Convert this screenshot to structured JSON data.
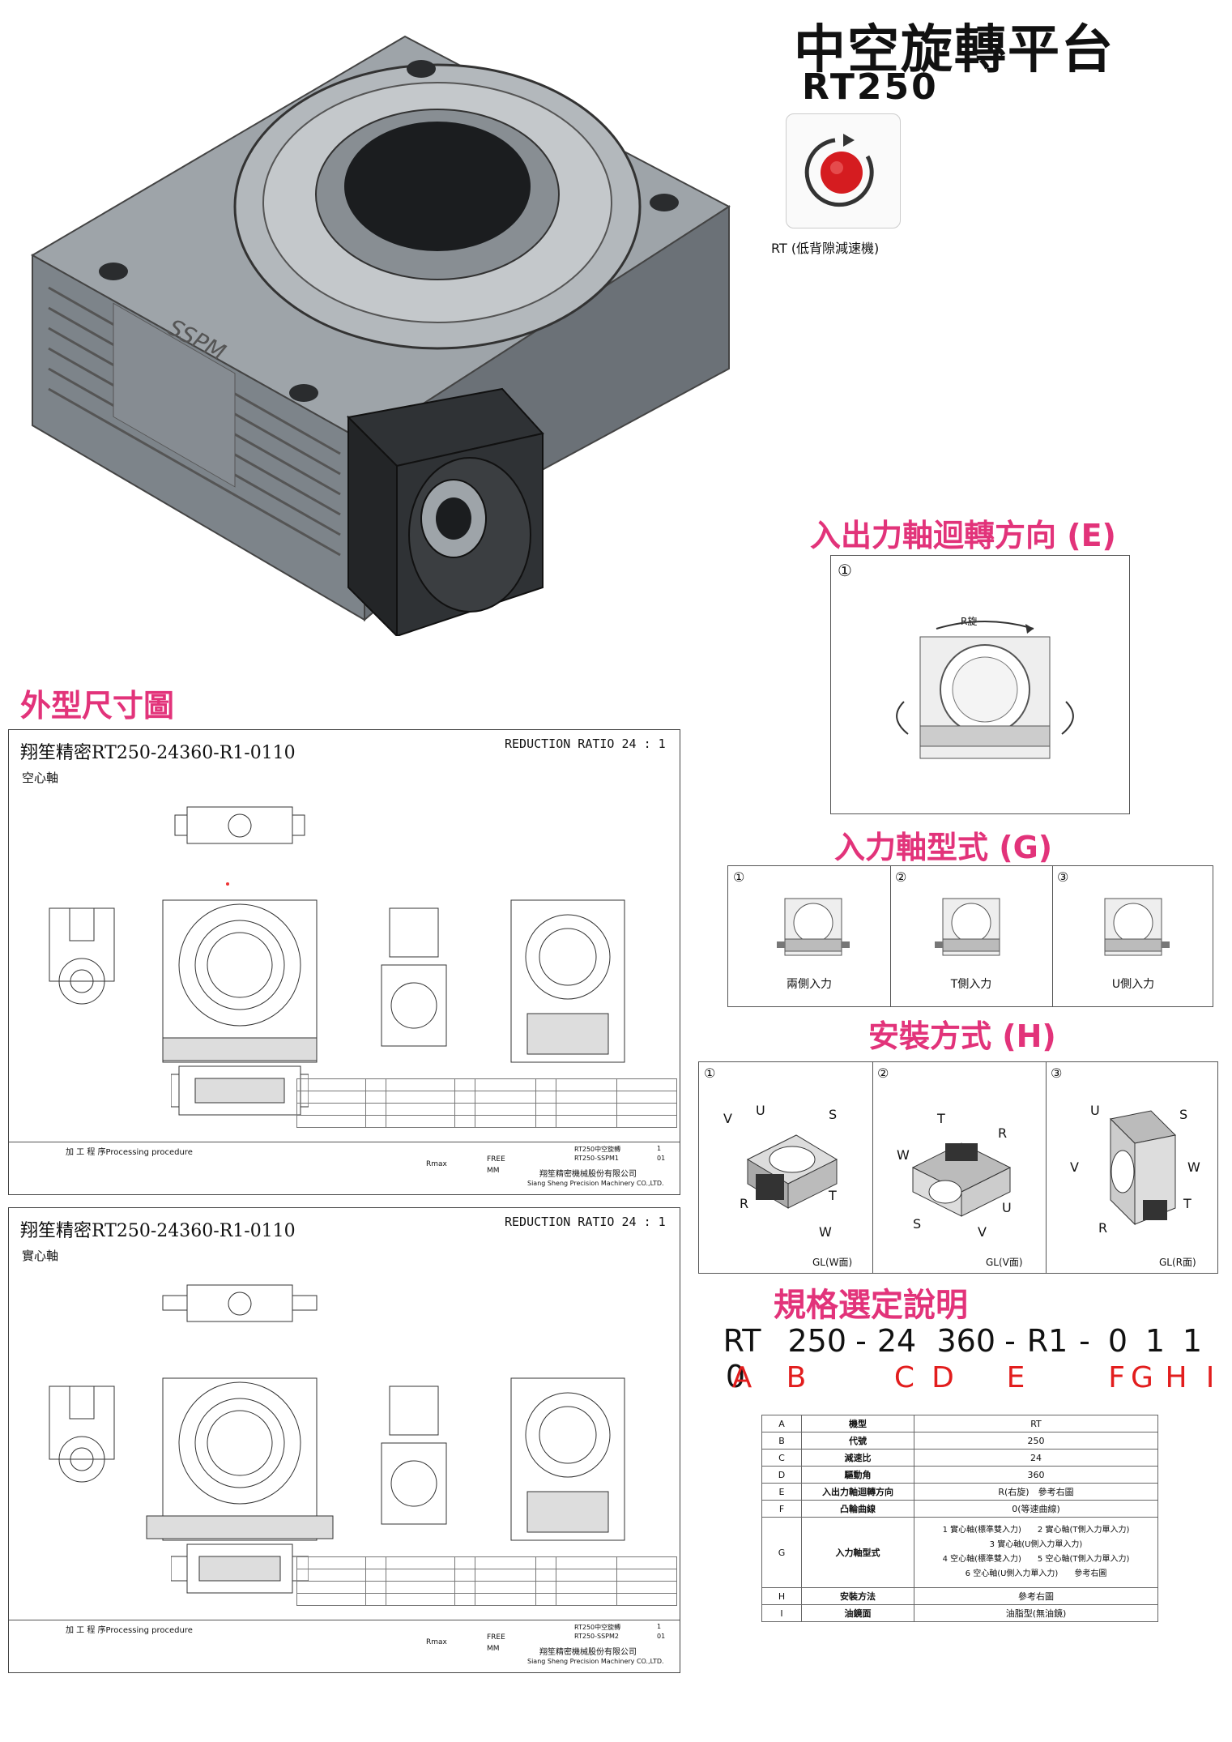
{
  "header": {
    "title": "中空旋轉平台",
    "model": "RT250",
    "badge_caption": "RT (低背隙減速機)"
  },
  "product_image": {
    "brand_mark": "SSPM"
  },
  "sections": {
    "direction_title": "入出力軸迴轉方向 (E)",
    "input_title": "入力軸型式 (G)",
    "mount_title": "安裝方式 (H)",
    "spec_title": "規格選定說明",
    "dims_title": "外型尺寸圖"
  },
  "direction_box": {
    "number": "①",
    "label": "R旋"
  },
  "input_types": [
    {
      "number": "①",
      "label": "兩側入力"
    },
    {
      "number": "②",
      "label": "T側入力"
    },
    {
      "number": "③",
      "label": "U側入力"
    }
  ],
  "mount_types": [
    {
      "number": "①",
      "label": "GL(W面)",
      "letters": [
        "U",
        "S",
        "V",
        "R",
        "T",
        "W"
      ]
    },
    {
      "number": "②",
      "label": "GL(V面)",
      "letters": [
        "T",
        "R",
        "W",
        "U",
        "S",
        "V"
      ]
    },
    {
      "number": "③",
      "label": "GL(R面)",
      "letters": [
        "U",
        "S",
        "V",
        "W",
        "R",
        "T"
      ]
    }
  ],
  "drawings": [
    {
      "title": "翔笙精密RT250-24360-R1-0110",
      "ratio": "REDUCTION RATIO 24 : 1",
      "subtitle": "空心軸",
      "process": "加 工 程 序Processing procedure",
      "company": "翔笙精密機械股份有限公司",
      "company_en": "Siang Sheng Precision Machinery CO.,LTD.",
      "part_name": "RT250中空旋轉",
      "dwg_no": "RT250-SSPM1",
      "rev": "01",
      "qty": "1",
      "rmax": "Rmax",
      "free": "FREE",
      "mm": "MM"
    },
    {
      "title": "翔笙精密RT250-24360-R1-0110",
      "ratio": "REDUCTION RATIO 24 : 1",
      "subtitle": "實心軸",
      "process": "加 工 程 序Processing procedure",
      "company": "翔笙精密機械股份有限公司",
      "company_en": "Siang Sheng Precision Machinery CO.,LTD.",
      "part_name": "RT250中空旋轉",
      "dwg_no": "RT250-SSPM2",
      "rev": "01",
      "qty": "1",
      "rmax": "Rmax",
      "free": "FREE",
      "mm": "MM"
    }
  ],
  "code": {
    "parts": [
      "RT",
      "250",
      "-",
      "24",
      "360",
      "-",
      "R1",
      "-",
      "0",
      "1",
      "1",
      "0"
    ],
    "letters": [
      "A",
      "B",
      "C",
      "D",
      "E",
      "F",
      "G",
      "H",
      "I"
    ]
  },
  "spec_table": [
    {
      "key": "A",
      "name": "機型",
      "value": "RT"
    },
    {
      "key": "B",
      "name": "代號",
      "value": "250"
    },
    {
      "key": "C",
      "name": "減速比",
      "value": "24"
    },
    {
      "key": "D",
      "name": "驅動角",
      "value": "360"
    },
    {
      "key": "E",
      "name": "入出力軸迴轉方向",
      "value": "R(右旋)　參考右圖"
    },
    {
      "key": "F",
      "name": "凸輪曲線",
      "value": "0(等速曲線)"
    },
    {
      "key": "G",
      "name": "入力軸型式",
      "value_lines": [
        "1 實心軸(標準雙入力)　　2 實心軸(T側入力單入力)",
        "3 實心軸(U側入力單入力)",
        "4 空心軸(標準雙入力)　　5 空心軸(T側入力單入力)",
        "6 空心軸(U側入力單入力)　　參考右圖"
      ]
    },
    {
      "key": "H",
      "name": "安裝方法",
      "value": "參考右圖"
    },
    {
      "key": "I",
      "name": "油鏡面",
      "value": "油脂型(無油鏡)"
    }
  ],
  "colors": {
    "accent_pink": "#e2337a",
    "accent_red": "#e21d1d",
    "body_gray": "#8a9096",
    "dark_gray": "#2f3235"
  },
  "icons": [
    "rotation-badge-icon"
  ]
}
